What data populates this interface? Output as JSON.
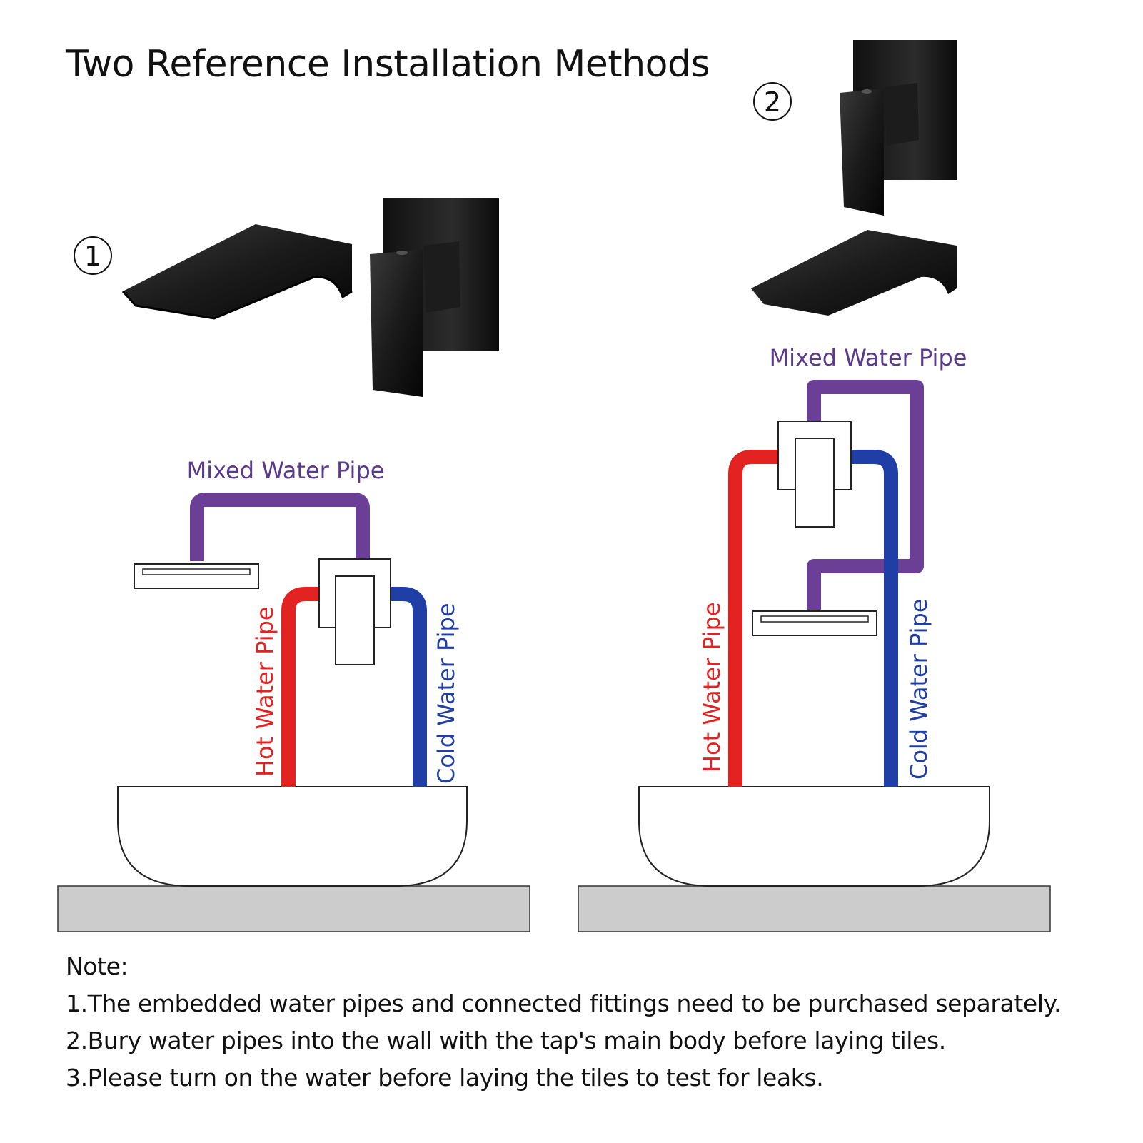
{
  "title": "Two Reference Installation Methods",
  "method1": {
    "number": "1",
    "mixed_label": "Mixed Water Pipe",
    "hot_label": "Hot Water Pipe",
    "cold_label": "Cold Water Pipe"
  },
  "method2": {
    "number": "2",
    "mixed_label": "Mixed Water Pipe",
    "hot_label": "Hot Water Pipe",
    "cold_label": "Cold Water Pipe"
  },
  "notes": {
    "heading": "Note:",
    "items": [
      "1.The embedded water pipes and connected fittings need to be purchased separately.",
      "2.Bury water pipes into the wall with the tap's main body before laying tiles.",
      "3.Please turn on the water before laying the tiles to test for leaks."
    ]
  },
  "colors": {
    "mixed_pipe": "#6a3f95",
    "hot_pipe": "#e32222",
    "cold_pipe": "#1f3fa6",
    "counter": "#cccccc",
    "fixture": "#1a1a1a"
  }
}
